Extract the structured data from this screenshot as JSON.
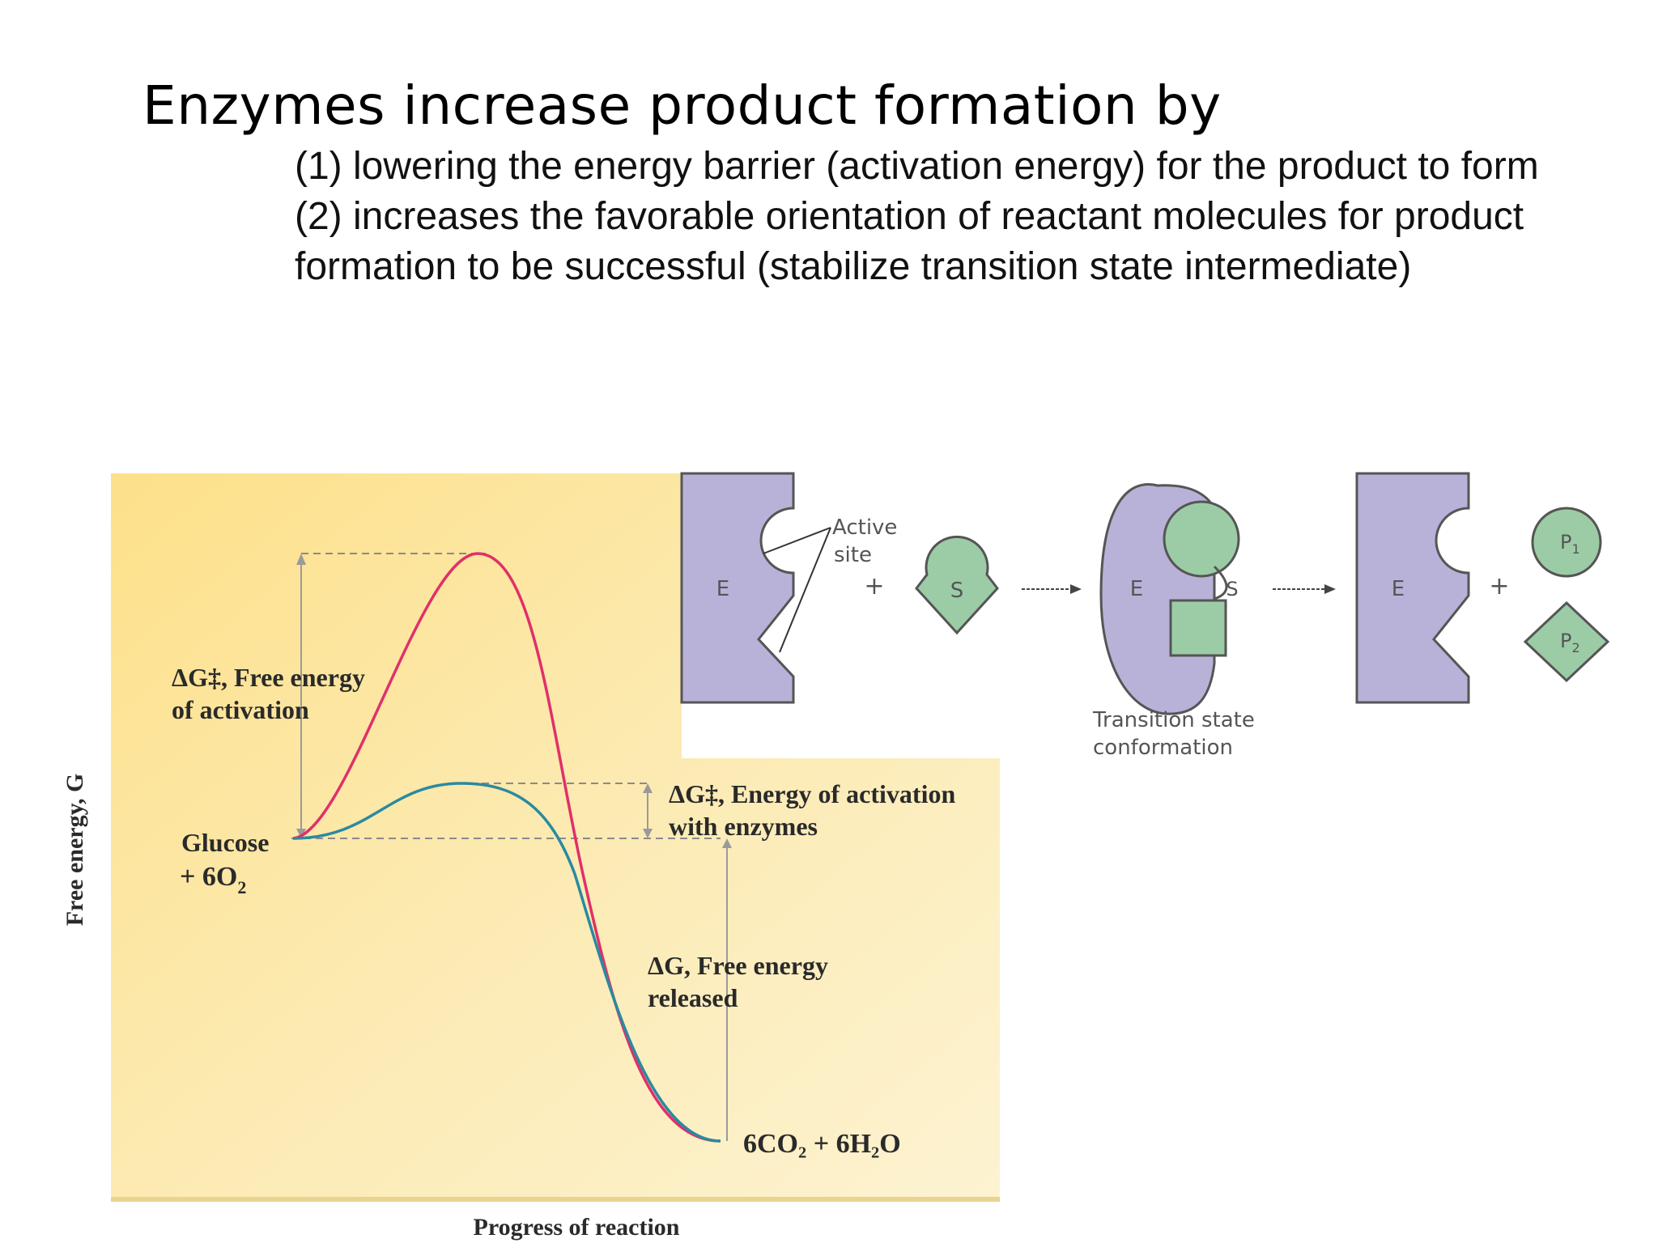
{
  "slide": {
    "title": "Enzymes increase product formation by",
    "point1": "(1) lowering the energy barrier (activation energy) for the product to form",
    "point2": "(2) increases the favorable orientation of reactant molecules for product formation to be successful (stabilize transition state intermediate)"
  },
  "energy_diagram": {
    "y_axis_label": "Free energy, G",
    "x_axis_label": "Progress of reaction",
    "reactant_line1": "Glucose",
    "reactant_line2": "+ 6O",
    "reactant_sub": "2",
    "activation_label_line1": "ΔG‡, Free energy",
    "activation_label_line2": "of activation",
    "enzyme_label_line1": "ΔG‡, Energy of activation",
    "enzyme_label_line2": "with enzymes",
    "released_label_line1": "ΔG, Free energy",
    "released_label_line2": "released",
    "product_label": "6CO₂ + 6H₂O",
    "colors": {
      "background": "#fbe7a3",
      "uncatalyzed": "#e0306a",
      "catalyzed": "#2a8aa0"
    }
  },
  "enzyme_diagram": {
    "active_site_line1": "Active",
    "active_site_line2": "site",
    "enzyme_label": "E",
    "substrate_label": "S",
    "plus": "+",
    "transition_line1": "Transition state",
    "transition_line2": "conformation",
    "product1": "P",
    "product1_sub": "1",
    "product2": "P",
    "product2_sub": "2",
    "colors": {
      "enzyme": "#b8b2d8",
      "substrate": "#9ccca6"
    }
  }
}
